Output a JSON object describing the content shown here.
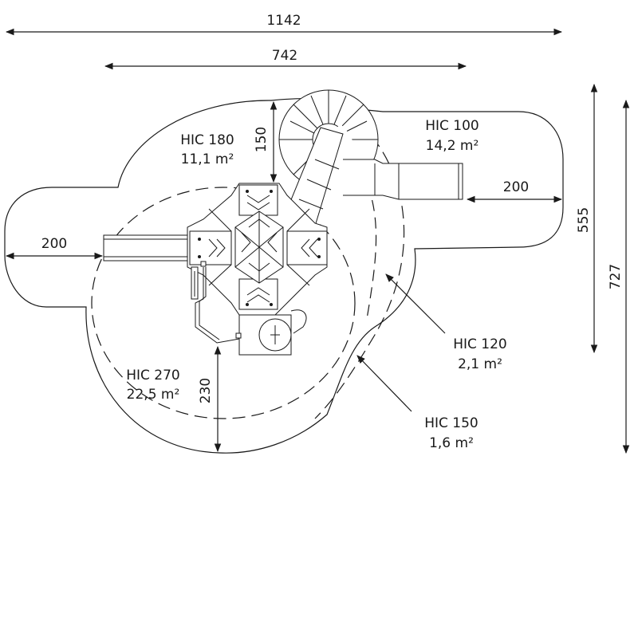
{
  "dimensions": {
    "overall_width": "1142",
    "structure_width": "742",
    "height_right_inner": "555",
    "height_right_outer": "727",
    "offset_top": "150",
    "offset_left": "200",
    "offset_right": "200",
    "offset_bottom": "230"
  },
  "zones": {
    "hic180": {
      "name": "HIC 180",
      "area": "11,1 m²"
    },
    "hic100": {
      "name": "HIC 100",
      "area": "14,2 m²"
    },
    "hic270": {
      "name": "HIC 270",
      "area": "22,5 m²"
    },
    "hic120": {
      "name": "HIC 120",
      "area": "2,1 m²"
    },
    "hic150": {
      "name": "HIC 150",
      "area": "1,6 m²"
    }
  }
}
